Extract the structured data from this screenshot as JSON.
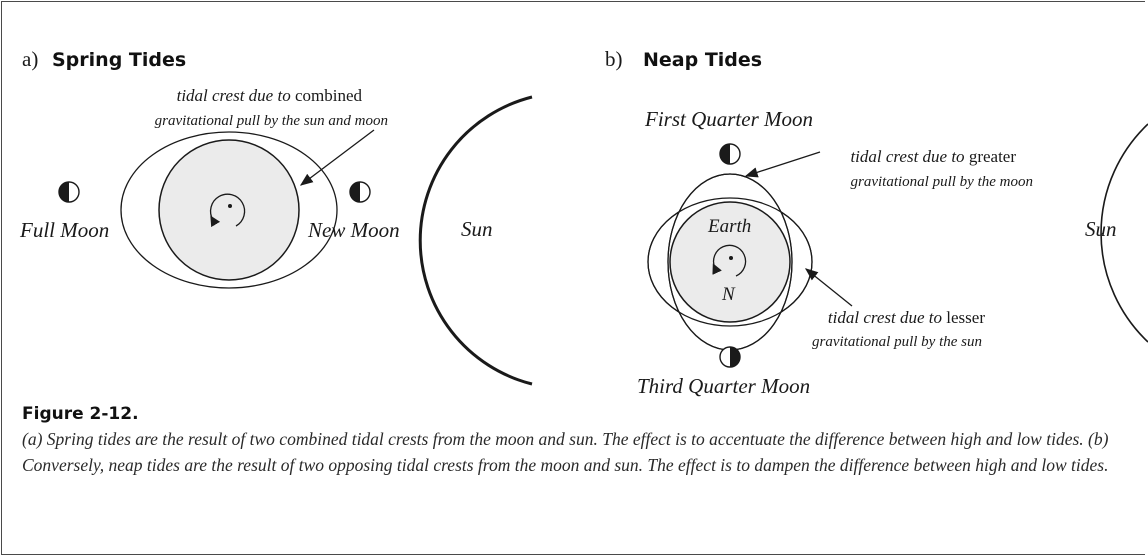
{
  "panel_a": {
    "prefix": "a)",
    "title": "Spring Tides",
    "crest_label_italic": "tidal crest due to",
    "crest_label_plain": "combined",
    "crest_label_line2": "gravitational pull by the sun and moon",
    "full_moon": "Full Moon",
    "new_moon": "New Moon",
    "sun": "Sun"
  },
  "panel_b": {
    "prefix": "b)",
    "title": "Neap Tides",
    "first_quarter": "First Quarter Moon",
    "third_quarter": "Third Quarter Moon",
    "greater_italic": "tidal crest due to",
    "greater_plain": "greater",
    "greater_line2": "gravitational pull by the moon",
    "lesser_italic": "tidal crest due to",
    "lesser_plain": "lesser",
    "lesser_line2": "gravitational pull by the sun",
    "earth": "Earth",
    "north": "N",
    "sun": "Sun"
  },
  "caption": {
    "title": "Figure 2-12.",
    "text": "(a) Spring tides are the result of two combined tidal crests from the moon and sun. The effect is to accentuate the difference between high and low tides. (b) Conversely, neap tides are the result of two opposing tidal crests from the moon and sun. The effect is to dampen the difference between high and low tides."
  }
}
